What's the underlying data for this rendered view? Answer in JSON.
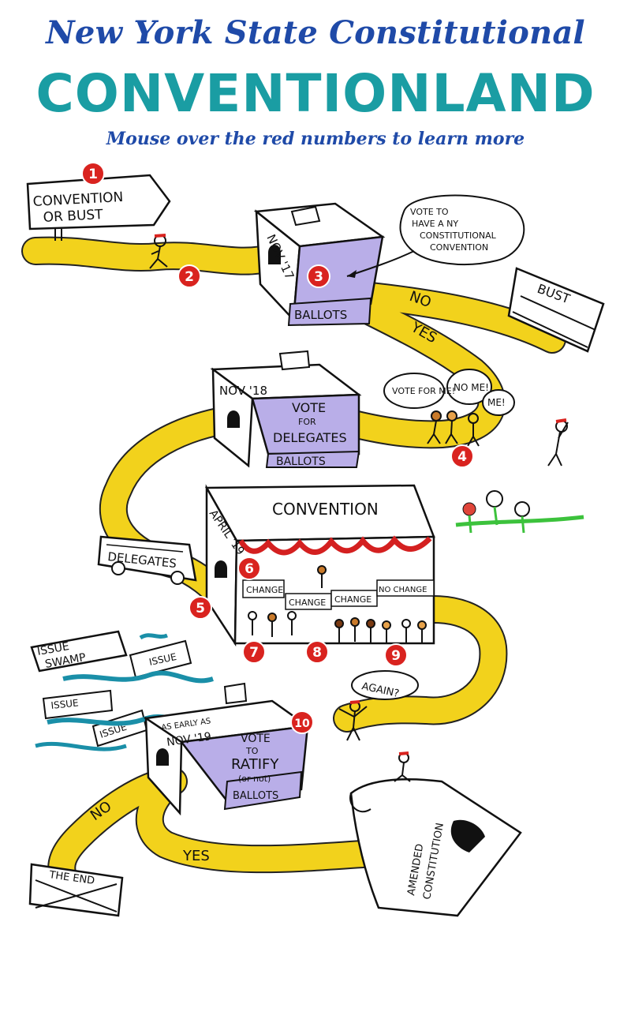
{
  "header": {
    "super_title": "New York State Constitutional",
    "title": "CONVENTIONLAND",
    "instruction": "Mouse over the red numbers to learn more"
  },
  "signs": {
    "start_line1": "CONVENTION",
    "start_line2": "OR BUST",
    "bust": "BUST",
    "the_end": "THE END",
    "issue_swamp_line1": "ISSUE",
    "issue_swamp_line2": "SWAMP",
    "issue": "ISSUE"
  },
  "box1": {
    "date": "NOV '17",
    "label": "BALLOTS",
    "bubble_line1": "VOTE TO",
    "bubble_line2": "HAVE A NY",
    "bubble_line3": "CONSTITUTIONAL",
    "bubble_line4": "CONVENTION"
  },
  "road": {
    "no": "NO",
    "yes": "YES"
  },
  "box2": {
    "date": "NOV '18",
    "line1": "VOTE",
    "line2": "FOR",
    "line3": "DELEGATES",
    "label": "BALLOTS"
  },
  "bubbles": {
    "vote_for_me": "VOTE FOR ME!",
    "no_me": "NO ME!",
    "me": "ME!",
    "again": "AGAIN?"
  },
  "bus": {
    "label": "DELEGATES"
  },
  "convention": {
    "title": "CONVENTION",
    "date": "APRIL '19",
    "signs": [
      "CHANGE",
      "CHANGE",
      "CHANGE",
      "NO CHANGE"
    ]
  },
  "box3": {
    "date_line1": "AS EARLY AS",
    "date_line2": "NOV '19",
    "line1": "VOTE",
    "line2": "TO",
    "line3": "RATIFY",
    "line4": "(or not)",
    "label": "BALLOTS"
  },
  "scroll": {
    "line1": "AMENDED",
    "line2": "CONSTITUTION"
  },
  "hotspots": [
    "1",
    "2",
    "3",
    "4",
    "5",
    "6",
    "7",
    "8",
    "9",
    "10"
  ],
  "colors": {
    "road": "#f2d21c",
    "ballot": "#b9aee8",
    "hotspot": "#d9231f",
    "water": "#1a8fa8",
    "awning": "#d42020",
    "grass": "#3cc23c",
    "title_blue": "#1f4aa8",
    "title_teal": "#1a9da3"
  }
}
